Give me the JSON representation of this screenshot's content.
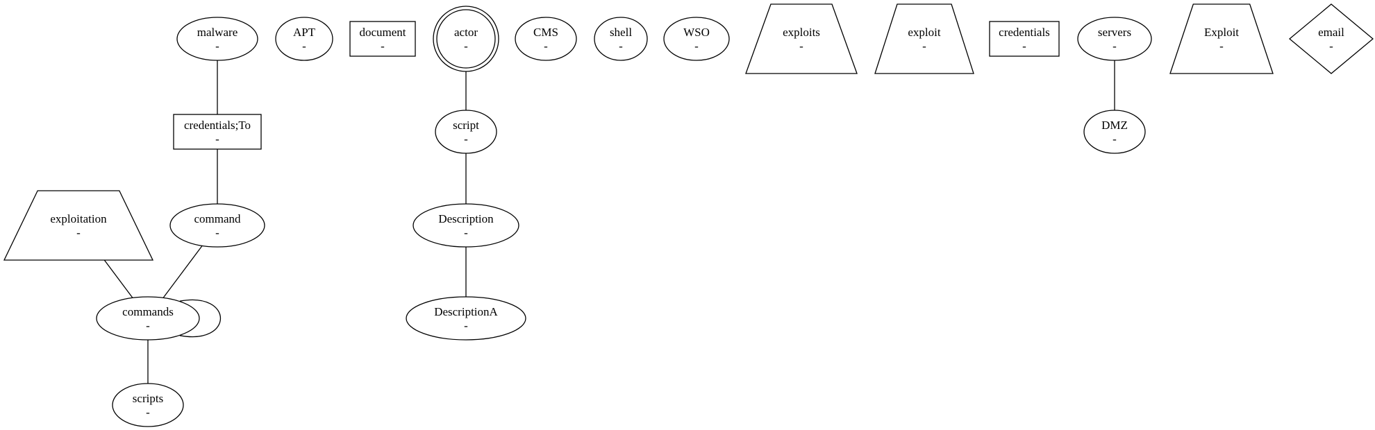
{
  "graph": {
    "nodes": [
      {
        "id": "malware",
        "label": "malware",
        "sublabel": "-",
        "shape": "ellipse"
      },
      {
        "id": "APT",
        "label": "APT",
        "sublabel": "-",
        "shape": "ellipse"
      },
      {
        "id": "document",
        "label": "document",
        "sublabel": "-",
        "shape": "box"
      },
      {
        "id": "actor",
        "label": "actor",
        "sublabel": "-",
        "shape": "doublecircle"
      },
      {
        "id": "CMS",
        "label": "CMS",
        "sublabel": "-",
        "shape": "ellipse"
      },
      {
        "id": "shell",
        "label": "shell",
        "sublabel": "-",
        "shape": "ellipse"
      },
      {
        "id": "WSO",
        "label": "WSO",
        "sublabel": "-",
        "shape": "ellipse"
      },
      {
        "id": "exploits",
        "label": "exploits",
        "sublabel": "-",
        "shape": "trapezium"
      },
      {
        "id": "exploit",
        "label": "exploit",
        "sublabel": "-",
        "shape": "trapezium"
      },
      {
        "id": "credentials",
        "label": "credentials",
        "sublabel": "-",
        "shape": "box"
      },
      {
        "id": "servers",
        "label": "servers",
        "sublabel": "-",
        "shape": "ellipse"
      },
      {
        "id": "Exploit",
        "label": "Exploit",
        "sublabel": "-",
        "shape": "trapezium"
      },
      {
        "id": "email",
        "label": "email",
        "sublabel": "-",
        "shape": "diamond"
      },
      {
        "id": "credentials_to",
        "label": "credentials;To",
        "sublabel": "-",
        "shape": "box"
      },
      {
        "id": "script",
        "label": "script",
        "sublabel": "-",
        "shape": "ellipse"
      },
      {
        "id": "DMZ",
        "label": "DMZ",
        "sublabel": "-",
        "shape": "ellipse"
      },
      {
        "id": "exploitation",
        "label": "exploitation",
        "sublabel": "-",
        "shape": "trapezium"
      },
      {
        "id": "command",
        "label": "command",
        "sublabel": "-",
        "shape": "ellipse"
      },
      {
        "id": "Description",
        "label": "Description",
        "sublabel": "-",
        "shape": "ellipse"
      },
      {
        "id": "commands",
        "label": "commands",
        "sublabel": "-",
        "shape": "ellipse"
      },
      {
        "id": "DescriptionA",
        "label": "DescriptionA",
        "sublabel": "-",
        "shape": "ellipse"
      },
      {
        "id": "scripts",
        "label": "scripts",
        "sublabel": "-",
        "shape": "ellipse"
      }
    ],
    "edges": [
      {
        "from": "malware",
        "to": "credentials_to"
      },
      {
        "from": "credentials_to",
        "to": "command"
      },
      {
        "from": "command",
        "to": "commands"
      },
      {
        "from": "exploitation",
        "to": "commands"
      },
      {
        "from": "commands",
        "to": "commands"
      },
      {
        "from": "commands",
        "to": "scripts"
      },
      {
        "from": "actor",
        "to": "script"
      },
      {
        "from": "script",
        "to": "Description"
      },
      {
        "from": "Description",
        "to": "DescriptionA"
      },
      {
        "from": "servers",
        "to": "DMZ"
      }
    ]
  }
}
